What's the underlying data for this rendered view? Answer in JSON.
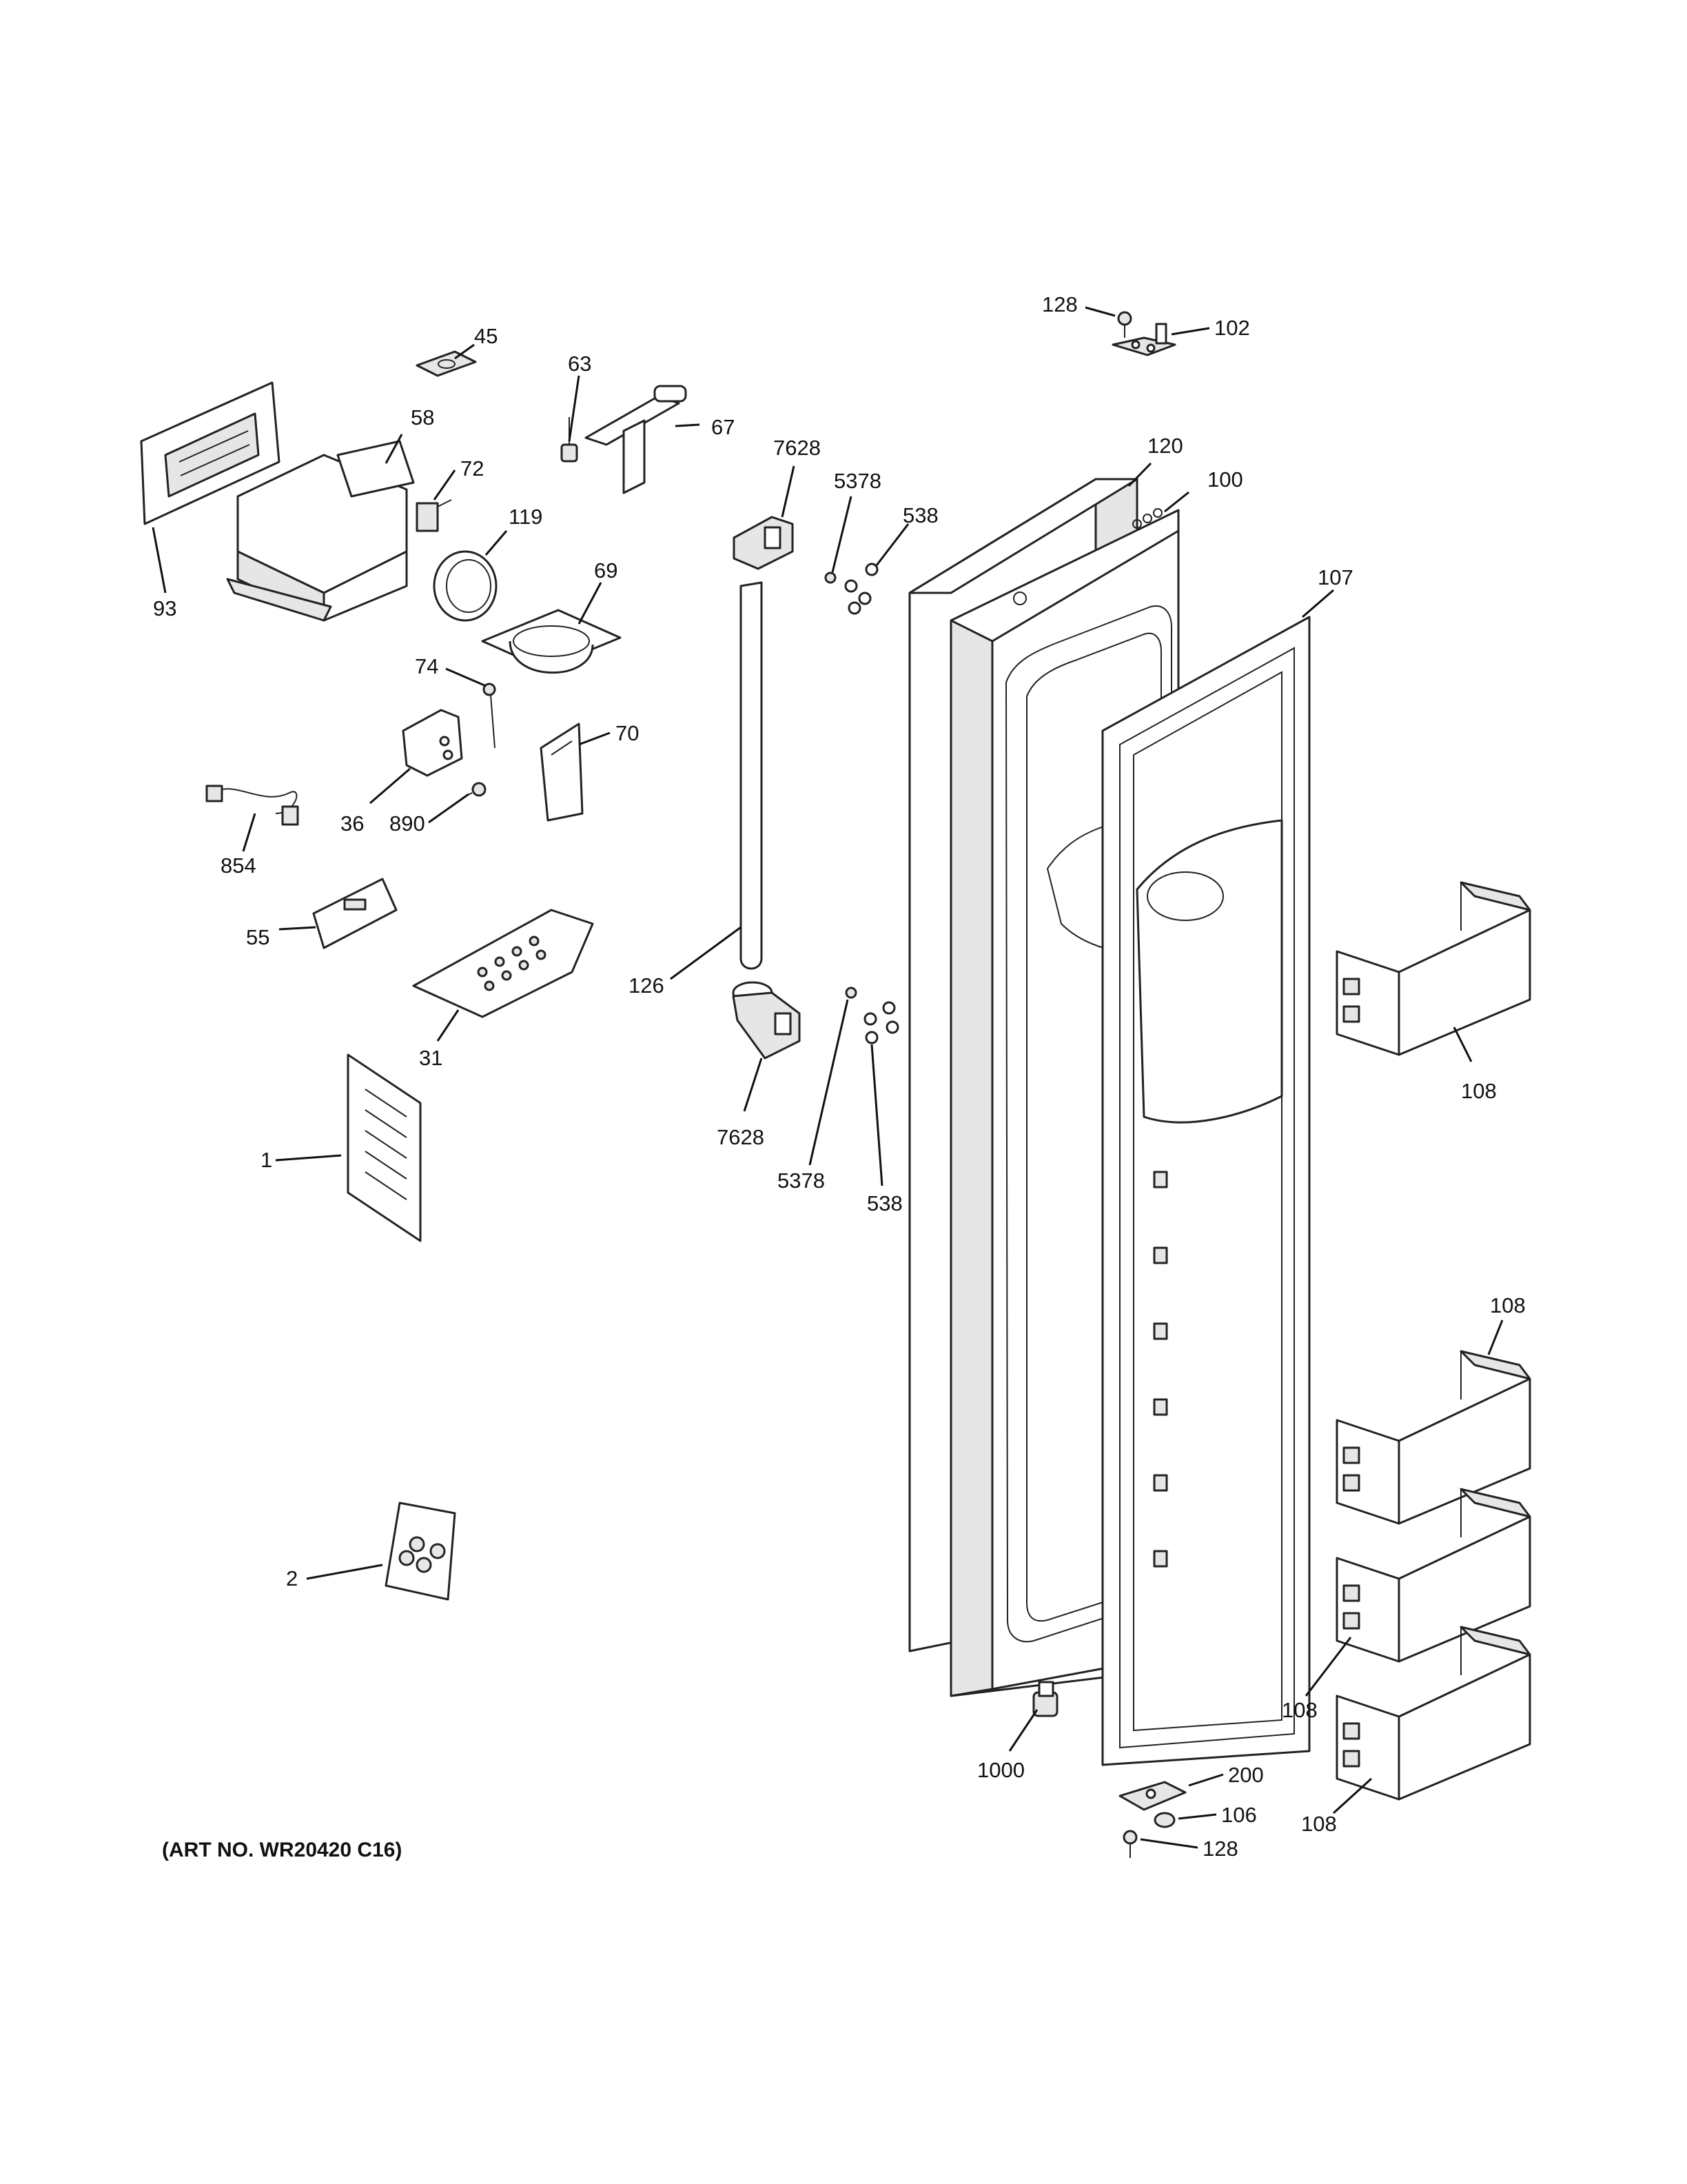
{
  "callouts": {
    "c128a": "128",
    "c102": "102",
    "c45": "45",
    "c63": "63",
    "c67": "67",
    "c58": "58",
    "c72": "72",
    "c93": "93",
    "c119": "119",
    "c69": "69",
    "c7628a": "7628",
    "c5378a": "5378",
    "c538a": "538",
    "c120": "120",
    "c100": "100",
    "c107": "107",
    "c74": "74",
    "c70": "70",
    "c36": "36",
    "c890": "890",
    "c854": "854",
    "c55": "55",
    "c31": "31",
    "c126": "126",
    "c7628b": "7628",
    "c5378b": "5378",
    "c538b": "538",
    "c108a": "108",
    "c1": "1",
    "c108b": "108",
    "c108c": "108",
    "c108d": "108",
    "c2": "2",
    "c1000": "1000",
    "c200": "200",
    "c106": "106",
    "c128b": "128"
  },
  "art_number": "(ART NO. WR20420 C16)"
}
